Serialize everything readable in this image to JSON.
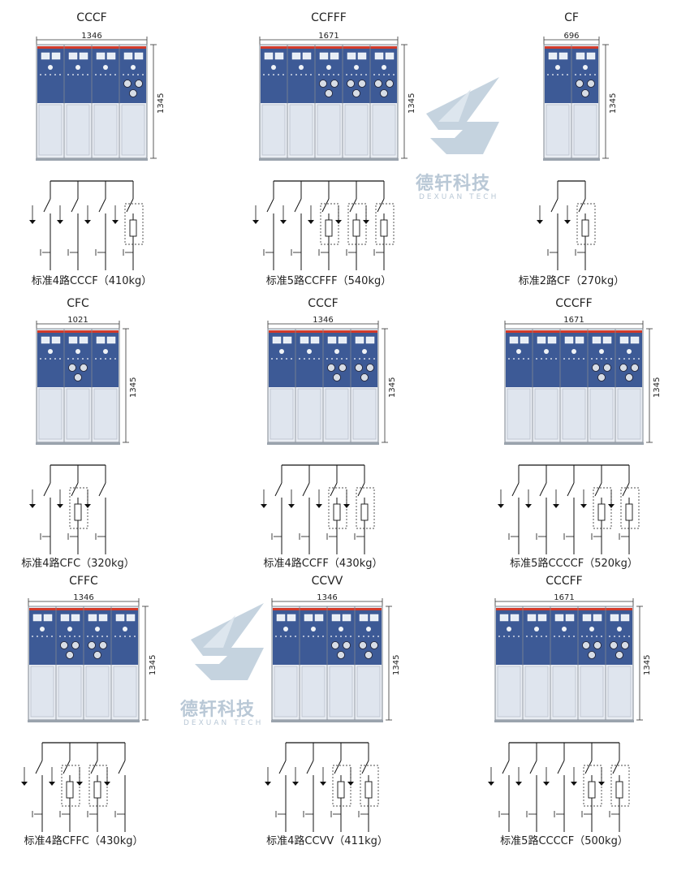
{
  "watermark": {
    "name_cn": "德轩科技",
    "name_en": "DEXUAN TECH"
  },
  "colors": {
    "panel_blue": "#3d5a96",
    "panel_light": "#dfe5ee",
    "frame": "#808890",
    "busbar_red": "#d23a2a",
    "watermark": "#c5d3df"
  },
  "height_label": "1345",
  "configs": [
    {
      "title": "CCCF",
      "width": "1346",
      "caption": "标准4路CCCF（410kg）",
      "units": "CCCF"
    },
    {
      "title": "CCFFF",
      "width": "1671",
      "caption": "标准5路CCFFF（540kg）",
      "units": "CCFFF"
    },
    {
      "title": "CF",
      "width": "696",
      "caption": "标准2路CF（270kg）",
      "units": "CF"
    },
    {
      "title": "CFC",
      "width": "1021",
      "caption": "标准4路CFC（320kg）",
      "units": "CFC"
    },
    {
      "title": "CCCF",
      "width": "1346",
      "caption": "标准4路CCFF（430kg）",
      "units": "CCFF"
    },
    {
      "title": "CCCFF",
      "width": "1671",
      "caption": "标准5路CCCCF（520kg）",
      "units": "CCCFF"
    },
    {
      "title": "CFFC",
      "width": "1346",
      "caption": "标准4路CFFC（430kg）",
      "units": "CFFC"
    },
    {
      "title": "CCVV",
      "width": "1346",
      "caption": "标准4路CCVV（411kg）",
      "units": "CCVV"
    },
    {
      "title": "CCCFF",
      "width": "1671",
      "caption": "标准5路CCCCF（500kg）",
      "units": "CCCFF"
    }
  ]
}
